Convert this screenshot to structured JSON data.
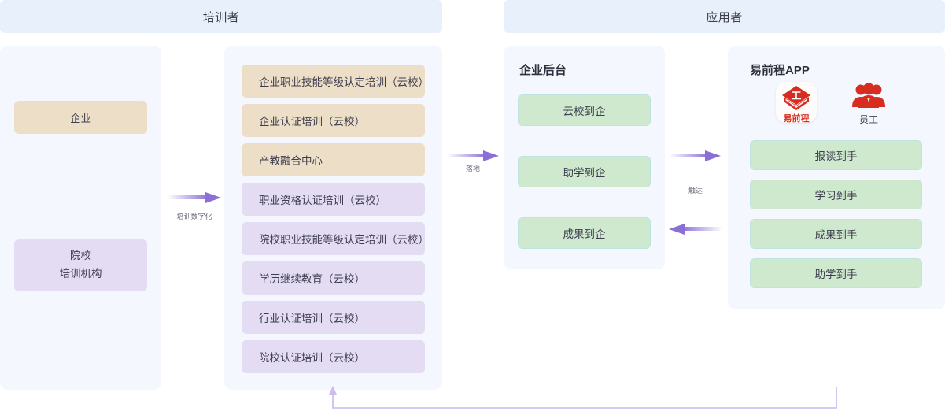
{
  "bands": {
    "trainer": "培训者",
    "user": "应用者"
  },
  "actors": {
    "enterprise": "企业",
    "school_line1": "院校",
    "school_line2": "培训机构"
  },
  "courses": {
    "items": [
      {
        "label": "企业职业技能等级认定培训（云校）",
        "tone": "beige"
      },
      {
        "label": "企业认证培训（云校）",
        "tone": "beige"
      },
      {
        "label": "产教融合中心",
        "tone": "beige"
      },
      {
        "label": "职业资格认证培训（云校）",
        "tone": "purple"
      },
      {
        "label": "院校职业技能等级认定培训（云校）",
        "tone": "purple"
      },
      {
        "label": "学历继续教育（云校）",
        "tone": "purple"
      },
      {
        "label": "行业认证培训（云校）",
        "tone": "purple"
      },
      {
        "label": "院校认证培训（云校）",
        "tone": "purple"
      }
    ]
  },
  "backend": {
    "title": "企业后台",
    "items": [
      "云校到企",
      "助学到企",
      "成果到企"
    ]
  },
  "app": {
    "title": "易前程APP",
    "icons": [
      {
        "name": "易前程",
        "kind": "app-logo-icon"
      },
      {
        "name": "员工",
        "kind": "employees-icon"
      }
    ],
    "items": [
      "报读到手",
      "学习到手",
      "成果到手",
      "助学到手"
    ]
  },
  "arrows": {
    "digitalization": "培训数字化",
    "landing": "落地",
    "reach": "触达"
  },
  "colors": {
    "band": "#e8f1fb",
    "panel": "#f4f7fd",
    "beige": "#eddfc7",
    "purple": "#e4dcf2",
    "green": "#cfe9cf",
    "green_border": "#bfe3e0",
    "arrow": "#8b6fd6",
    "brand_red": "#d62d20"
  }
}
